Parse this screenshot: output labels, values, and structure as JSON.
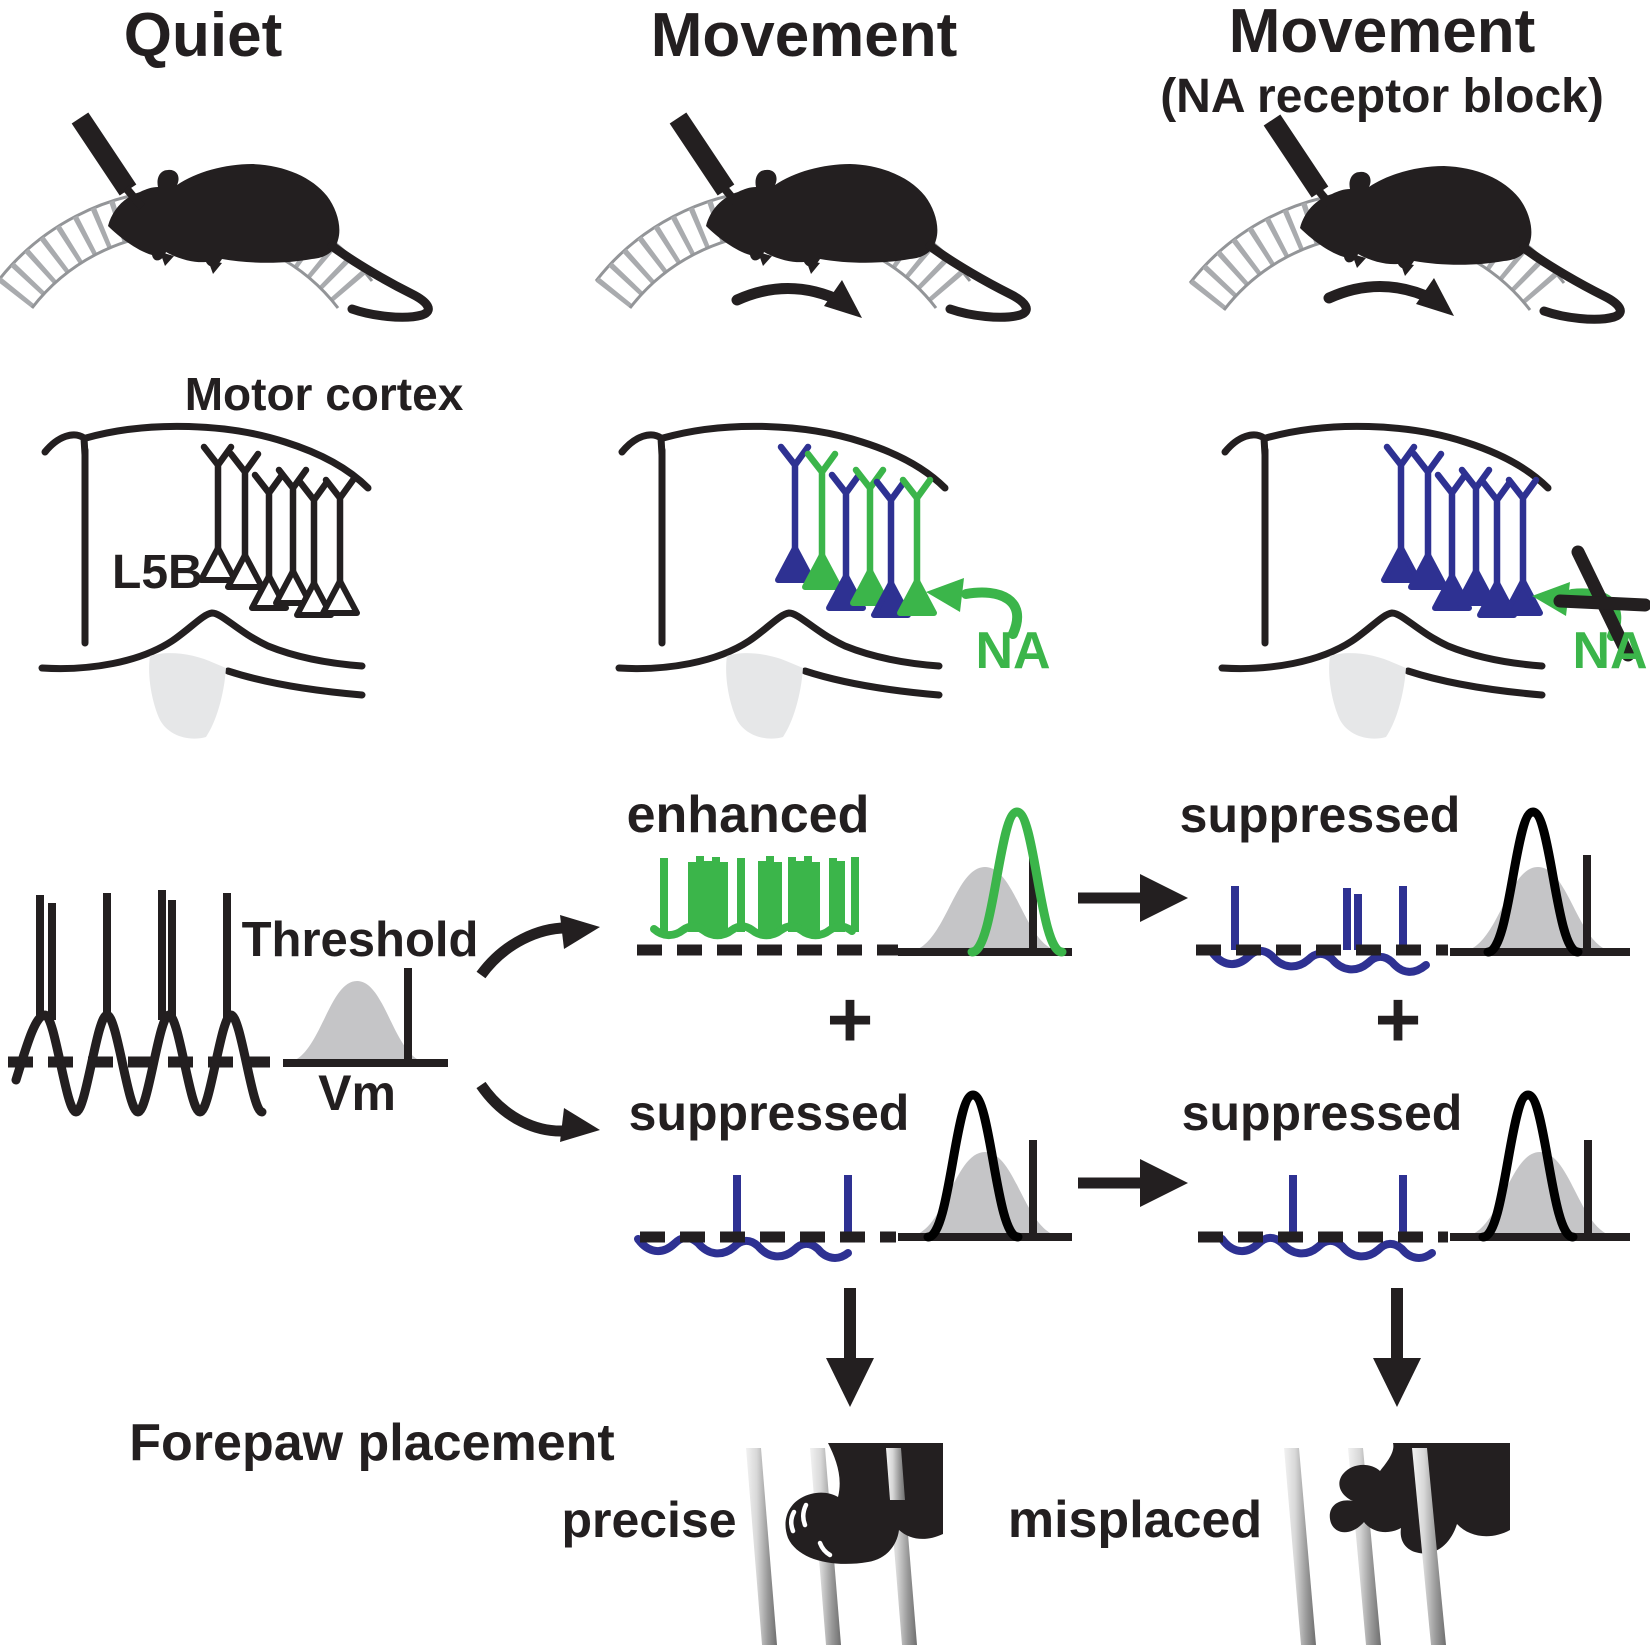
{
  "figure": {
    "columns": [
      {
        "title": "Quiet",
        "subtitle": "",
        "neurons": [
          "open",
          "open",
          "open",
          "open",
          "open",
          "open"
        ],
        "wheel_arrow": false
      },
      {
        "title": "Movement",
        "subtitle": "",
        "neurons": [
          "blue",
          "green",
          "blue",
          "green",
          "blue",
          "green"
        ],
        "wheel_arrow": true,
        "na_label": "NA"
      },
      {
        "title": "Movement",
        "subtitle": "(NA receptor block)",
        "neurons": [
          "blue",
          "blue",
          "blue",
          "blue",
          "blue",
          "blue"
        ],
        "wheel_arrow": true,
        "na_label": "NA",
        "na_blocked": true
      }
    ],
    "labels": {
      "motor_cortex": "Motor cortex",
      "l5b": "L5B",
      "threshold": "Threshold",
      "vm": "Vm",
      "enhanced": "enhanced",
      "suppressed_top_right": "suppressed",
      "suppressed_mid_center": "suppressed",
      "suppressed_mid_right": "suppressed",
      "plus_center": "+",
      "plus_right": "+",
      "na_center": "NA",
      "na_right": "NA",
      "forepaw_placement": "Forepaw placement",
      "precise": "precise",
      "misplaced": "misplaced"
    },
    "colors": {
      "enhanced_green": "#3BB54A",
      "suppressed_blue": "#2E3192",
      "distribution_gray": "#C5C5C7",
      "black": "#231F20",
      "wheel_gray": "#A9ABAE",
      "blob_gray": "#E6E7E8"
    }
  }
}
